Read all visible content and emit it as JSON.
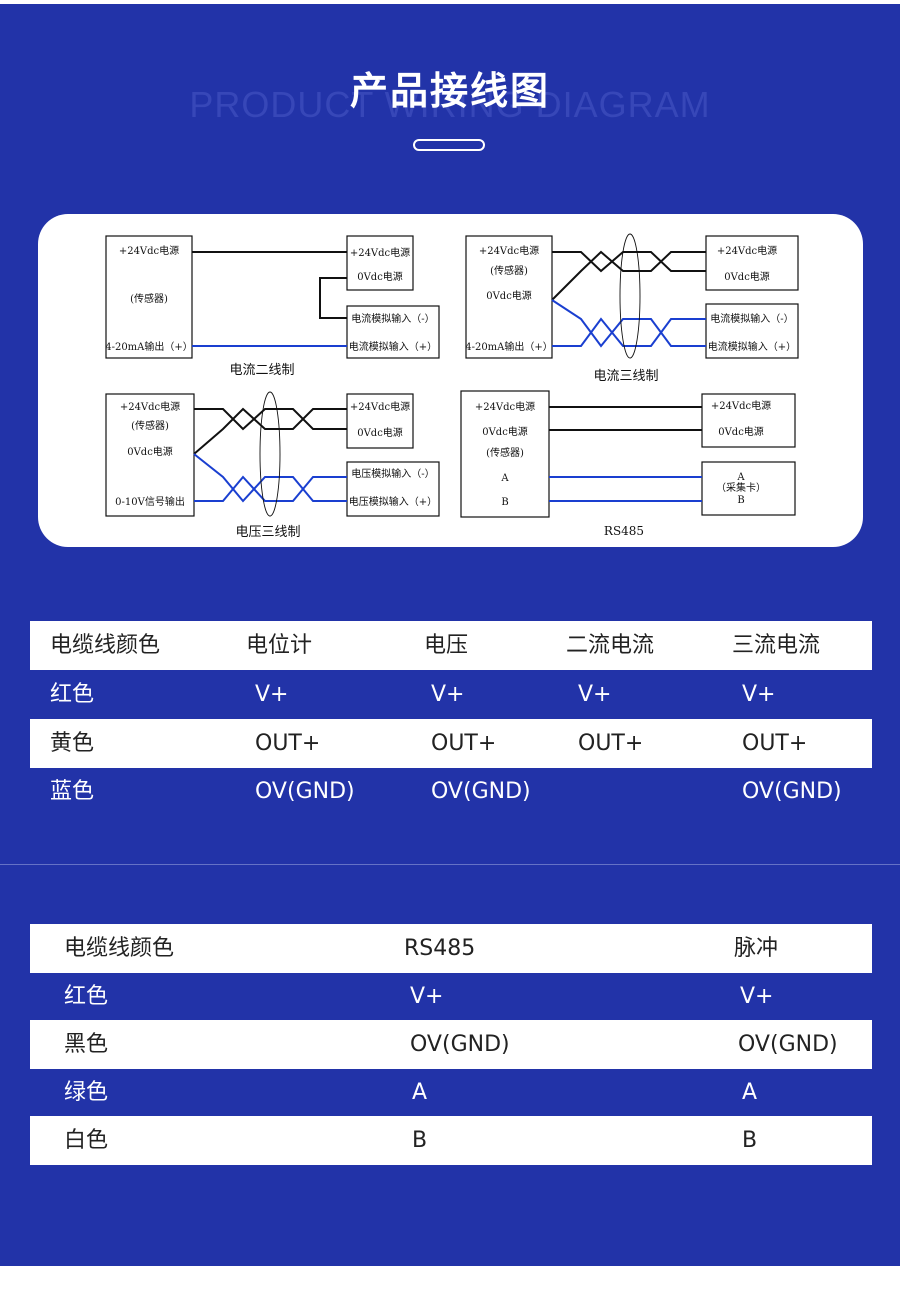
{
  "header": {
    "title_zh": "产品接线图",
    "title_en": "PRODUCT WIRING DIAGRAM"
  },
  "diagram": {
    "d1": {
      "box_left": [
        "+24Vdc电源",
        "(传感器)",
        "4-20mA输出（+）"
      ],
      "box_right1": [
        "+24Vdc电源",
        "0Vdc电源"
      ],
      "box_right2": [
        "电流模拟输入（-）",
        "电流模拟输入（+）"
      ],
      "caption": "电流二线制"
    },
    "d2": {
      "box_left": [
        "+24Vdc电源",
        "(传感器)",
        "0Vdc电源",
        "4-20mA输出（+）"
      ],
      "box_right1": [
        "+24Vdc电源",
        "0Vdc电源"
      ],
      "box_right2": [
        "电流模拟输入（-）",
        "电流模拟输入（+）"
      ],
      "caption": "电流三线制"
    },
    "d3": {
      "box_left": [
        "+24Vdc电源",
        "(传感器)",
        "0Vdc电源",
        "0-10V信号输出"
      ],
      "box_right1": [
        "+24Vdc电源",
        "0Vdc电源"
      ],
      "box_right2": [
        "电压模拟输入（-）",
        "电压模拟输入（+）"
      ],
      "caption": "电压三线制"
    },
    "d4": {
      "box_left": [
        "+24Vdc电源",
        "0Vdc电源",
        "(传感器)",
        "A",
        "B"
      ],
      "box_right1": [
        "+24Vdc电源",
        "0Vdc电源"
      ],
      "box_right2": [
        "A",
        "（采集卡）",
        "B"
      ],
      "caption": "RS485"
    }
  },
  "table1": {
    "header": [
      "电缆线颜色",
      "电位计",
      "电压",
      "二流电流",
      "三流电流"
    ],
    "rows": [
      [
        "红色",
        "V+",
        "V+",
        "V+",
        "V+"
      ],
      [
        "黄色",
        "OUT+",
        "OUT+",
        "OUT+",
        "OUT+"
      ],
      [
        "蓝色",
        "OV(GND)",
        "OV(GND)",
        "",
        "OV(GND)"
      ]
    ]
  },
  "table2": {
    "header": [
      "电缆线颜色",
      "RS485",
      "脉冲"
    ],
    "rows": [
      [
        "红色",
        "V+",
        "V+"
      ],
      [
        "黑色",
        "OV(GND)",
        "OV(GND)"
      ],
      [
        "绿色",
        "A",
        "A"
      ],
      [
        "白色",
        "B",
        "B"
      ]
    ]
  },
  "colors": {
    "background": "#2233a8",
    "wire_black": "#111111",
    "wire_blue": "#1a3fd0"
  }
}
